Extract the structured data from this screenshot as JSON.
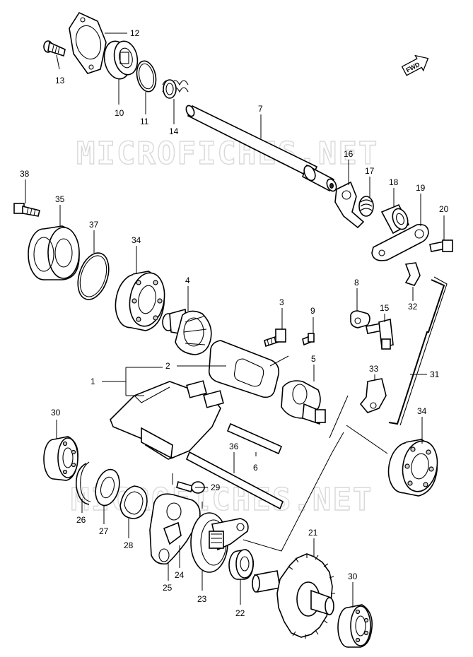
{
  "watermark": "MICROFICHES.NET",
  "fwd_badge": "FWD",
  "callouts": {
    "p1": "1",
    "p2": "2",
    "p3": "3",
    "p4": "4",
    "p5": "5",
    "p6": "6",
    "p7": "7",
    "p8": "8",
    "p9": "9",
    "p10": "10",
    "p11": "11",
    "p12": "12",
    "p13": "13",
    "p14": "14",
    "p15": "15",
    "p16": "16",
    "p17": "17",
    "p18": "18",
    "p19": "19",
    "p20": "20",
    "p21": "21",
    "p22": "22",
    "p23": "23",
    "p24": "24",
    "p25": "25",
    "p26": "26",
    "p27": "27",
    "p28": "28",
    "p29": "29",
    "p30a": "30",
    "p30b": "30",
    "p31": "31",
    "p32": "32",
    "p33": "33",
    "p34a": "34",
    "p34b": "34",
    "p35": "35",
    "p36": "36",
    "p37": "37",
    "p38": "38"
  }
}
